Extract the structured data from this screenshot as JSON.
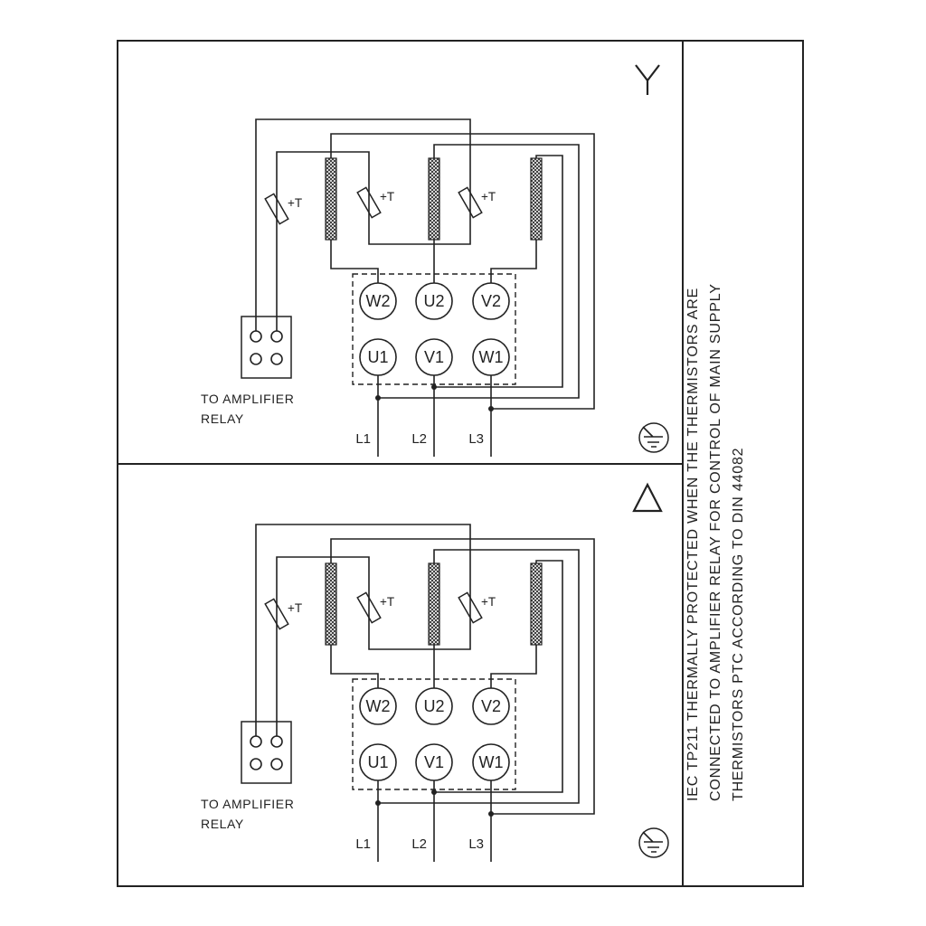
{
  "colors": {
    "line": "#222222",
    "background": "#ffffff"
  },
  "sidebar": {
    "line1": "IEC TP211 THERMALLY PROTECTED WHEN THE THERMISTORS ARE",
    "line2": "CONNECTED TO AMPLIFIER RELAY FOR CONTROL OF MAIN SUPPLY",
    "line3": "THERMISTORS PTC ACCORDING TO DIN 44082"
  },
  "panels": [
    {
      "symbol": "star",
      "thermistor_label": "+T",
      "relay_label": [
        "TO AMPLIFIER",
        "RELAY"
      ],
      "terminals_top": [
        "W2",
        "U2",
        "V2"
      ],
      "terminals_bottom": [
        "U1",
        "V1",
        "W1"
      ],
      "supply_lines": [
        "L1",
        "L2",
        "L3"
      ]
    },
    {
      "symbol": "delta",
      "thermistor_label": "+T",
      "relay_label": [
        "TO AMPLIFIER",
        "RELAY"
      ],
      "terminals_top": [
        "W2",
        "U2",
        "V2"
      ],
      "terminals_bottom": [
        "U1",
        "V1",
        "W1"
      ],
      "supply_lines": [
        "L1",
        "L2",
        "L3"
      ]
    }
  ]
}
